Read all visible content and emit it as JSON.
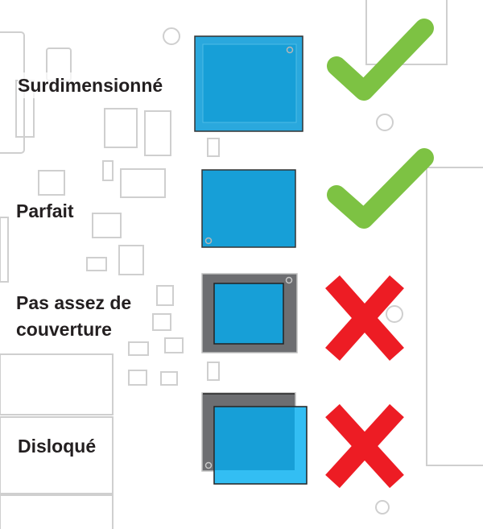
{
  "labels": {
    "oversized": "Surdimensionné",
    "perfect": "Parfait",
    "insufficient_line1": "Pas assez de",
    "insufficient_line2": "couverture",
    "misaligned": "Disloqué"
  },
  "results": [
    "check-icon",
    "check-icon",
    "cross-icon",
    "cross-icon"
  ],
  "colors": {
    "pad_blue": "#179fd7",
    "pad_blue_light": "#33bef3",
    "pad_gray": "#6d6e71",
    "check_green": "#7dc243",
    "cross_red": "#ed1c24",
    "pcb_line": "#c8c8c8"
  }
}
